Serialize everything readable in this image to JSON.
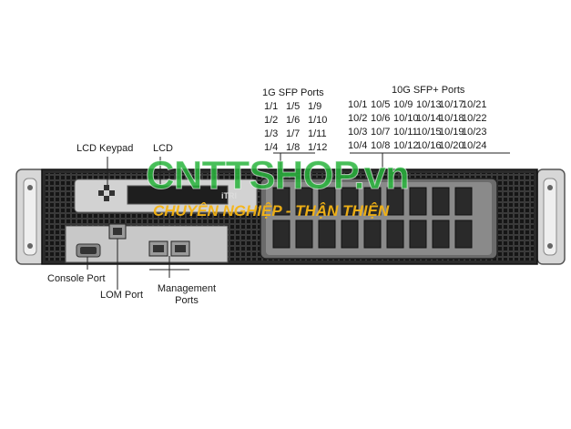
{
  "labels": {
    "sfp_1g_title": "1G SFP Ports",
    "sfp_10g_title": "10G SFP+ Ports",
    "lcd_keypad": "LCD Keypad",
    "lcd": "LCD",
    "console_port": "Console Port",
    "lom_port": "LOM Port",
    "management_line1": "Management",
    "management_line2": "Ports",
    "brand_fragment": "iTRI"
  },
  "ports_1g": [
    [
      "1/1",
      "1/2",
      "1/3",
      "1/4"
    ],
    [
      "1/5",
      "1/6",
      "1/7",
      "1/8"
    ],
    [
      "1/9",
      "1/10",
      "1/11",
      "1/12"
    ]
  ],
  "ports_10g": [
    [
      "10/1",
      "10/2",
      "10/3",
      "10/4"
    ],
    [
      "10/5",
      "10/6",
      "10/7",
      "10/8"
    ],
    [
      "10/9",
      "10/10",
      "10/11",
      "10/12"
    ],
    [
      "10/13",
      "10/14",
      "10/15",
      "10/16"
    ],
    [
      "10/17",
      "10/18",
      "10/19",
      "10/20"
    ],
    [
      "10/21",
      "10/22",
      "10/23",
      "10/24"
    ]
  ],
  "watermark": {
    "logo_text": "CNTTSHOP.vn",
    "tagline": "CHUYÊN NGHIỆP - THẬN THIỆN"
  },
  "colors": {
    "chassis": "#2b2b2b",
    "bezel": "#d9d9d9",
    "watermark_green": "#28b43c",
    "watermark_orange": "#f5b414"
  }
}
